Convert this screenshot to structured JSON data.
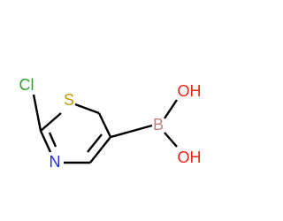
{
  "molecule": {
    "atoms": {
      "cl": {
        "symbol": "Cl",
        "color": "#2ea02e"
      },
      "s": {
        "symbol": "S",
        "color": "#b8a000"
      },
      "n": {
        "symbol": "N",
        "color": "#2230d8"
      },
      "b": {
        "symbol": "B",
        "color": "#c08080"
      },
      "oh_top": {
        "symbol": "OH",
        "color": "#e8251a"
      },
      "oh_bottom": {
        "symbol": "OH",
        "color": "#e8251a"
      }
    },
    "bond_color": "#000000"
  }
}
